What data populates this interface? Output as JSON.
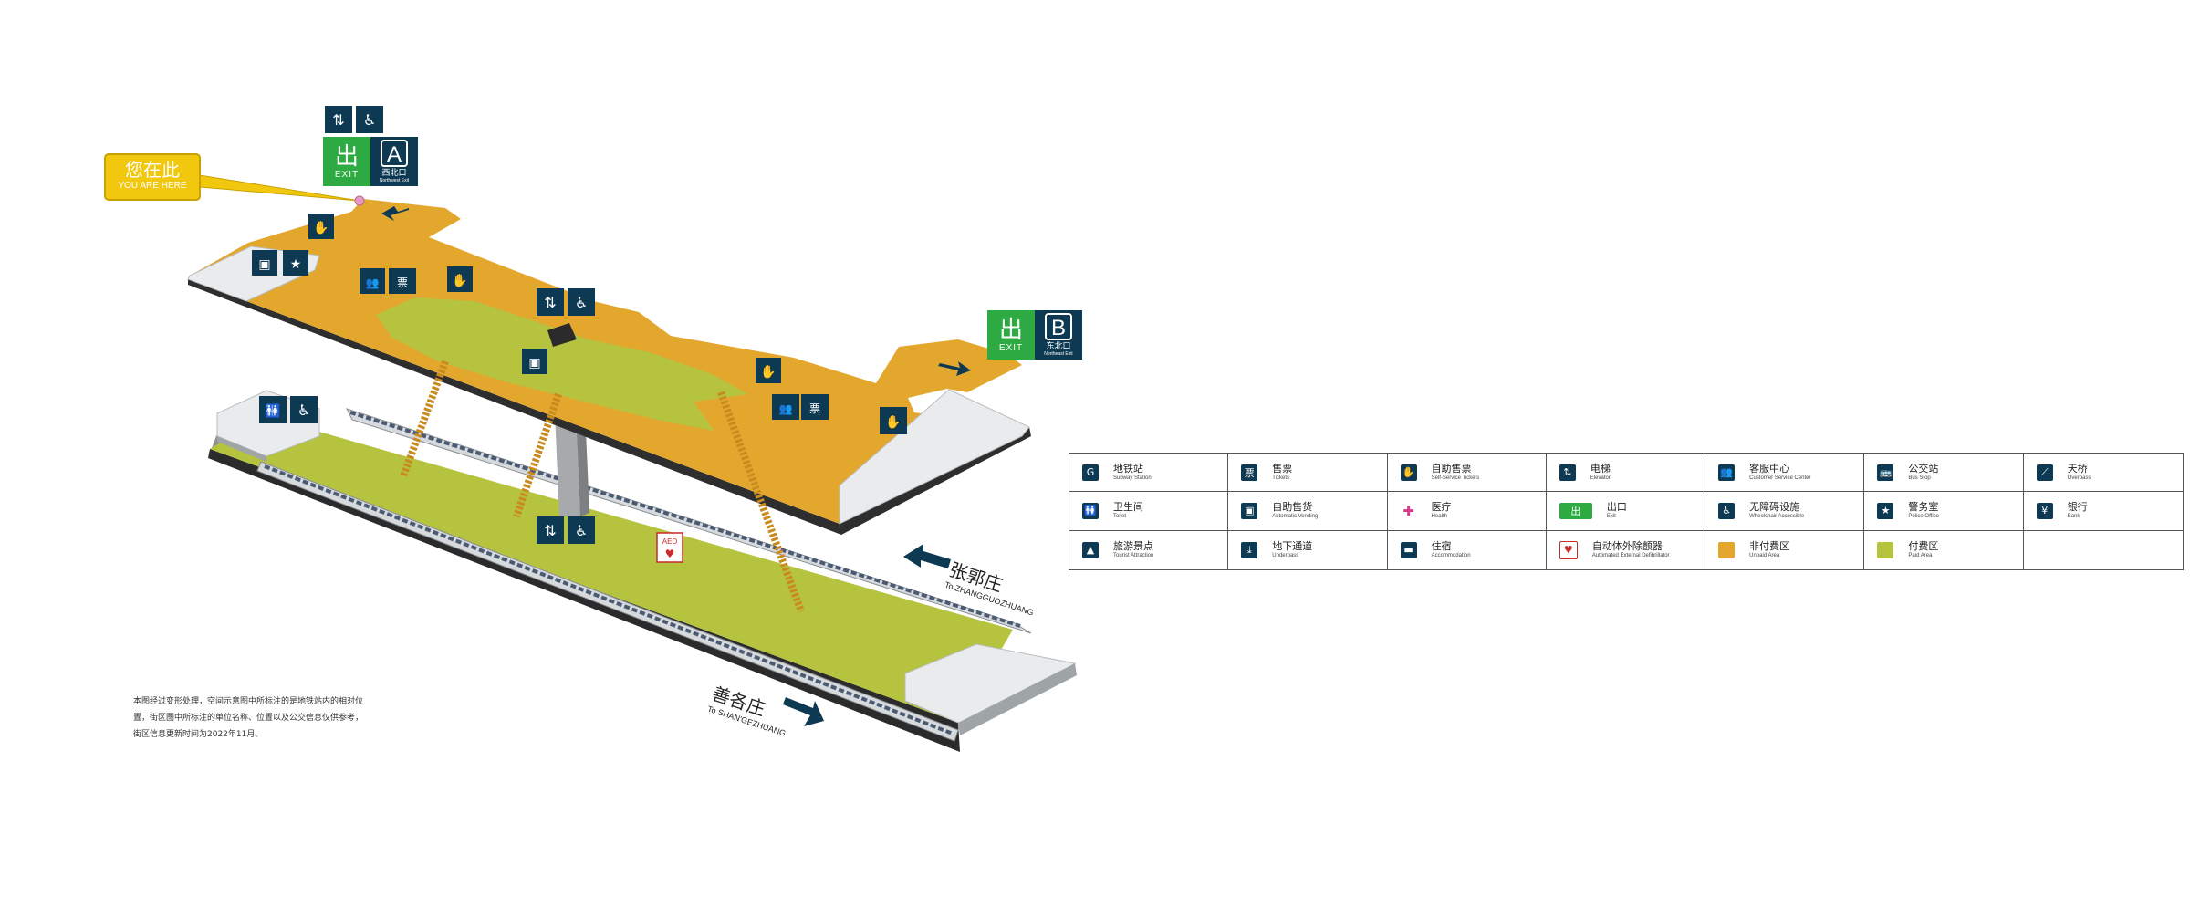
{
  "you_are_here": {
    "cn": "您在此",
    "en": "YOU ARE HERE"
  },
  "exit_a": {
    "glyph": "出",
    "word": "EXIT",
    "letter": "A",
    "dir_cn": "西北口",
    "dir_en": "Northwest Exit"
  },
  "exit_b": {
    "glyph": "出",
    "word": "EXIT",
    "letter": "B",
    "dir_cn": "东北口",
    "dir_en": "Northeast Exit"
  },
  "directions": {
    "north": {
      "cn": "张郭庄",
      "en": "To ZHANGGUOZHUANG"
    },
    "south": {
      "cn": "善各庄",
      "en": "To SHAN'GEZHUANG"
    }
  },
  "aed_label": "AED",
  "note": "本图经过变形处理，空间示意图中所标注的是地铁站内的相对位置，街区图中所标注的单位名称、位置以及公交信息仅供参考，街区信息更新时间为2022年11月。",
  "colors": {
    "unpaid_area": "#e4a72e",
    "paid_area": "#b5c33f",
    "icon_navy": "#0d3a52",
    "exit_green": "#2eaa43",
    "platform_gray": "#e9ebec",
    "stairs": "#c98a1e"
  },
  "legend": [
    {
      "icon": "subway-station-icon",
      "glyph": "G",
      "cn": "地铁站",
      "en": "Subway Station"
    },
    {
      "icon": "ticket-icon",
      "glyph": "票",
      "cn": "售票",
      "en": "Tickets"
    },
    {
      "icon": "self-service-ticket-icon",
      "glyph": "✋",
      "cn": "自助售票",
      "en": "Self-Service Tickets"
    },
    {
      "icon": "elevator-icon",
      "glyph": "⇅",
      "cn": "电梯",
      "en": "Elevator"
    },
    {
      "icon": "customer-service-icon",
      "glyph": "👥",
      "cn": "客服中心",
      "en": "Customer Service Center"
    },
    {
      "icon": "bus-stop-icon",
      "glyph": "🚌",
      "cn": "公交站",
      "en": "Bus Stop"
    },
    {
      "icon": "overpass-icon",
      "glyph": "⟋",
      "cn": "天桥",
      "en": "Overpass"
    },
    {
      "icon": "toilet-icon",
      "glyph": "🚻",
      "cn": "卫生间",
      "en": "Toilet"
    },
    {
      "icon": "vending-icon",
      "glyph": "▣",
      "cn": "自助售货",
      "en": "Automatic Vending"
    },
    {
      "icon": "health-icon",
      "glyph": "✚",
      "cn": "医疗",
      "en": "Health"
    },
    {
      "icon": "exit-icon",
      "glyph": "出",
      "cn": "出口",
      "en": "Exit"
    },
    {
      "icon": "wheelchair-icon",
      "glyph": "♿",
      "cn": "无障碍设施",
      "en": "Wheelchair Accessible"
    },
    {
      "icon": "police-icon",
      "glyph": "★",
      "cn": "警务室",
      "en": "Police Office"
    },
    {
      "icon": "bank-icon",
      "glyph": "¥",
      "cn": "银行",
      "en": "Bank"
    },
    {
      "icon": "tourist-attraction-icon",
      "glyph": "▲",
      "cn": "旅游景点",
      "en": "Tourist Attraction"
    },
    {
      "icon": "underpass-icon",
      "glyph": "⤓",
      "cn": "地下通道",
      "en": "Underpass"
    },
    {
      "icon": "accommodation-icon",
      "glyph": "▬",
      "cn": "住宿",
      "en": "Accommodation"
    },
    {
      "icon": "aed-icon",
      "glyph": "♥",
      "cn": "自动体外除颤器",
      "en": "Automated External Defibrillator"
    },
    {
      "icon": "unpaid-area-swatch",
      "glyph": "",
      "cn": "非付费区",
      "en": "Unpaid Area"
    },
    {
      "icon": "paid-area-swatch",
      "glyph": "",
      "cn": "付费区",
      "en": "Paid Area"
    },
    {
      "icon": "empty-cell",
      "glyph": "",
      "cn": "",
      "en": ""
    }
  ]
}
